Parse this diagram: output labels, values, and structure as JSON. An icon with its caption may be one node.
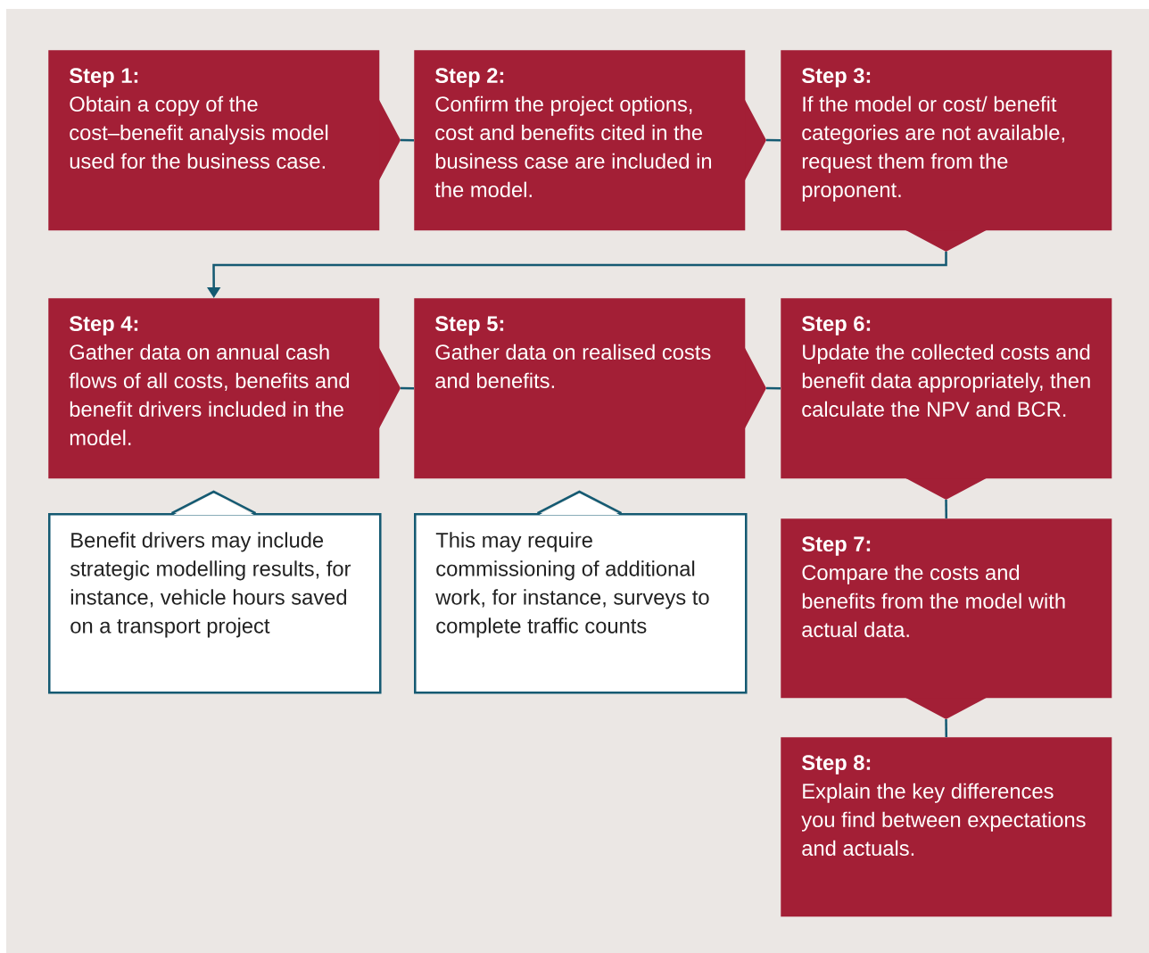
{
  "diagram": {
    "nodes": [
      {
        "text": [
          "Step 1:",
          "Obtain a copy of the cost–benefit analysis model used for the business case."
        ]
      },
      {
        "text": [
          "Step 2:",
          "Confirm the project options, cost and benefits cited in the business case are included in the model."
        ]
      },
      {
        "text": [
          "Step 3:",
          "If the model or cost/ benefit categories are not available, request them from the proponent."
        ]
      },
      {
        "text": [
          "Step 4:",
          "Gather data on annual cash flows of all costs, benefits and benefit drivers included in the model."
        ]
      },
      {
        "text": [
          "Step 5:",
          "Gather data on realised costs and benefits."
        ]
      },
      {
        "text": [
          "Step 6:",
          "Update the collected costs and benefit data appropriately, then calculate the NPV and BCR."
        ]
      },
      {
        "text": [
          "Step 7:",
          "Compare the costs and benefits from the model with actual data."
        ]
      },
      {
        "text": [
          "Step 8:",
          "Explain the key differences you find between expectations and actuals."
        ]
      },
      {
        "text": [
          "Benefit drivers may include strategic modelling results, for instance, vehicle hours saved on a transport project"
        ]
      },
      {
        "text": [
          "This may require commissioning of additional work, for instance, surveys to complete traffic counts"
        ]
      }
    ],
    "edges": [
      {
        "from": 0,
        "to": 1,
        "arrow": "none"
      },
      {
        "from": 1,
        "to": 2,
        "arrow": "none"
      },
      {
        "from": 2,
        "to": 3,
        "arrow": "to"
      },
      {
        "from": 3,
        "to": 4,
        "arrow": "none"
      },
      {
        "from": 4,
        "to": 5,
        "arrow": "none"
      },
      {
        "from": 5,
        "to": 6,
        "arrow": "none"
      },
      {
        "from": 6,
        "to": 7,
        "arrow": "none"
      }
    ]
  }
}
